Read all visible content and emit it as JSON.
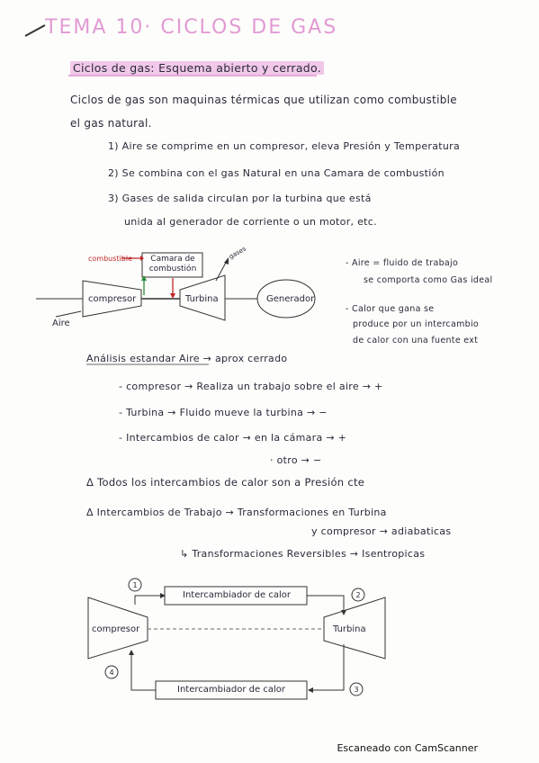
{
  "title": "TEMA 10· CICLOS DE GAS",
  "subtitle": "Ciclos de gas: Esquema abierto y cerrado.",
  "intro": [
    "Ciclos de gas son maquinas térmicas que utilizan como combustible",
    "el gas natural."
  ],
  "steps": [
    "1) Aire se comprime en un compresor, eleva Presión y Temperatura",
    "2) Se combina con el gas Natural en una Camara de combustión",
    "3) Gases de salida circulan por la turbina que está",
    "unida al generador de corriente o un motor, etc."
  ],
  "diagram1": {
    "combustible": "combustible",
    "camara": "Camara de combustión",
    "gases": "gases",
    "compresor": "compresor",
    "turbina": "Turbina",
    "generador": "Generador",
    "aire": "Aire"
  },
  "notes": [
    "- Aire = fluido de trabajo",
    "se comporta como Gas ideal",
    "- Calor que gana se",
    "produce por un intercambio",
    "de calor con una fuente ext"
  ],
  "analysis_title": "Análisis estandar Aire → aprox cerrado",
  "analysis": [
    "- compresor → Realiza un trabajo sobre el aire → +",
    "- Turbina → Fluido mueve la turbina → −",
    "- Intercambios de calor → en la cámara → +",
    "· otro → −"
  ],
  "facts": [
    "Δ Todos los intercambios de calor son a Presión cte",
    "Δ Intercambios de Trabajo → Transformaciones en Turbina",
    "y compresor → adiabaticas",
    "↳ Transformaciones Reversibles → Isentropicas"
  ],
  "diagram2": {
    "top_exchanger": "Intercambiador de calor",
    "bottom_exchanger": "Intercambiador de calor",
    "compresor": "compresor",
    "turbina": "Turbina",
    "n1": "1",
    "n2": "2",
    "n3": "3",
    "n4": "4"
  },
  "footer": "Escaneado con CamScanner"
}
